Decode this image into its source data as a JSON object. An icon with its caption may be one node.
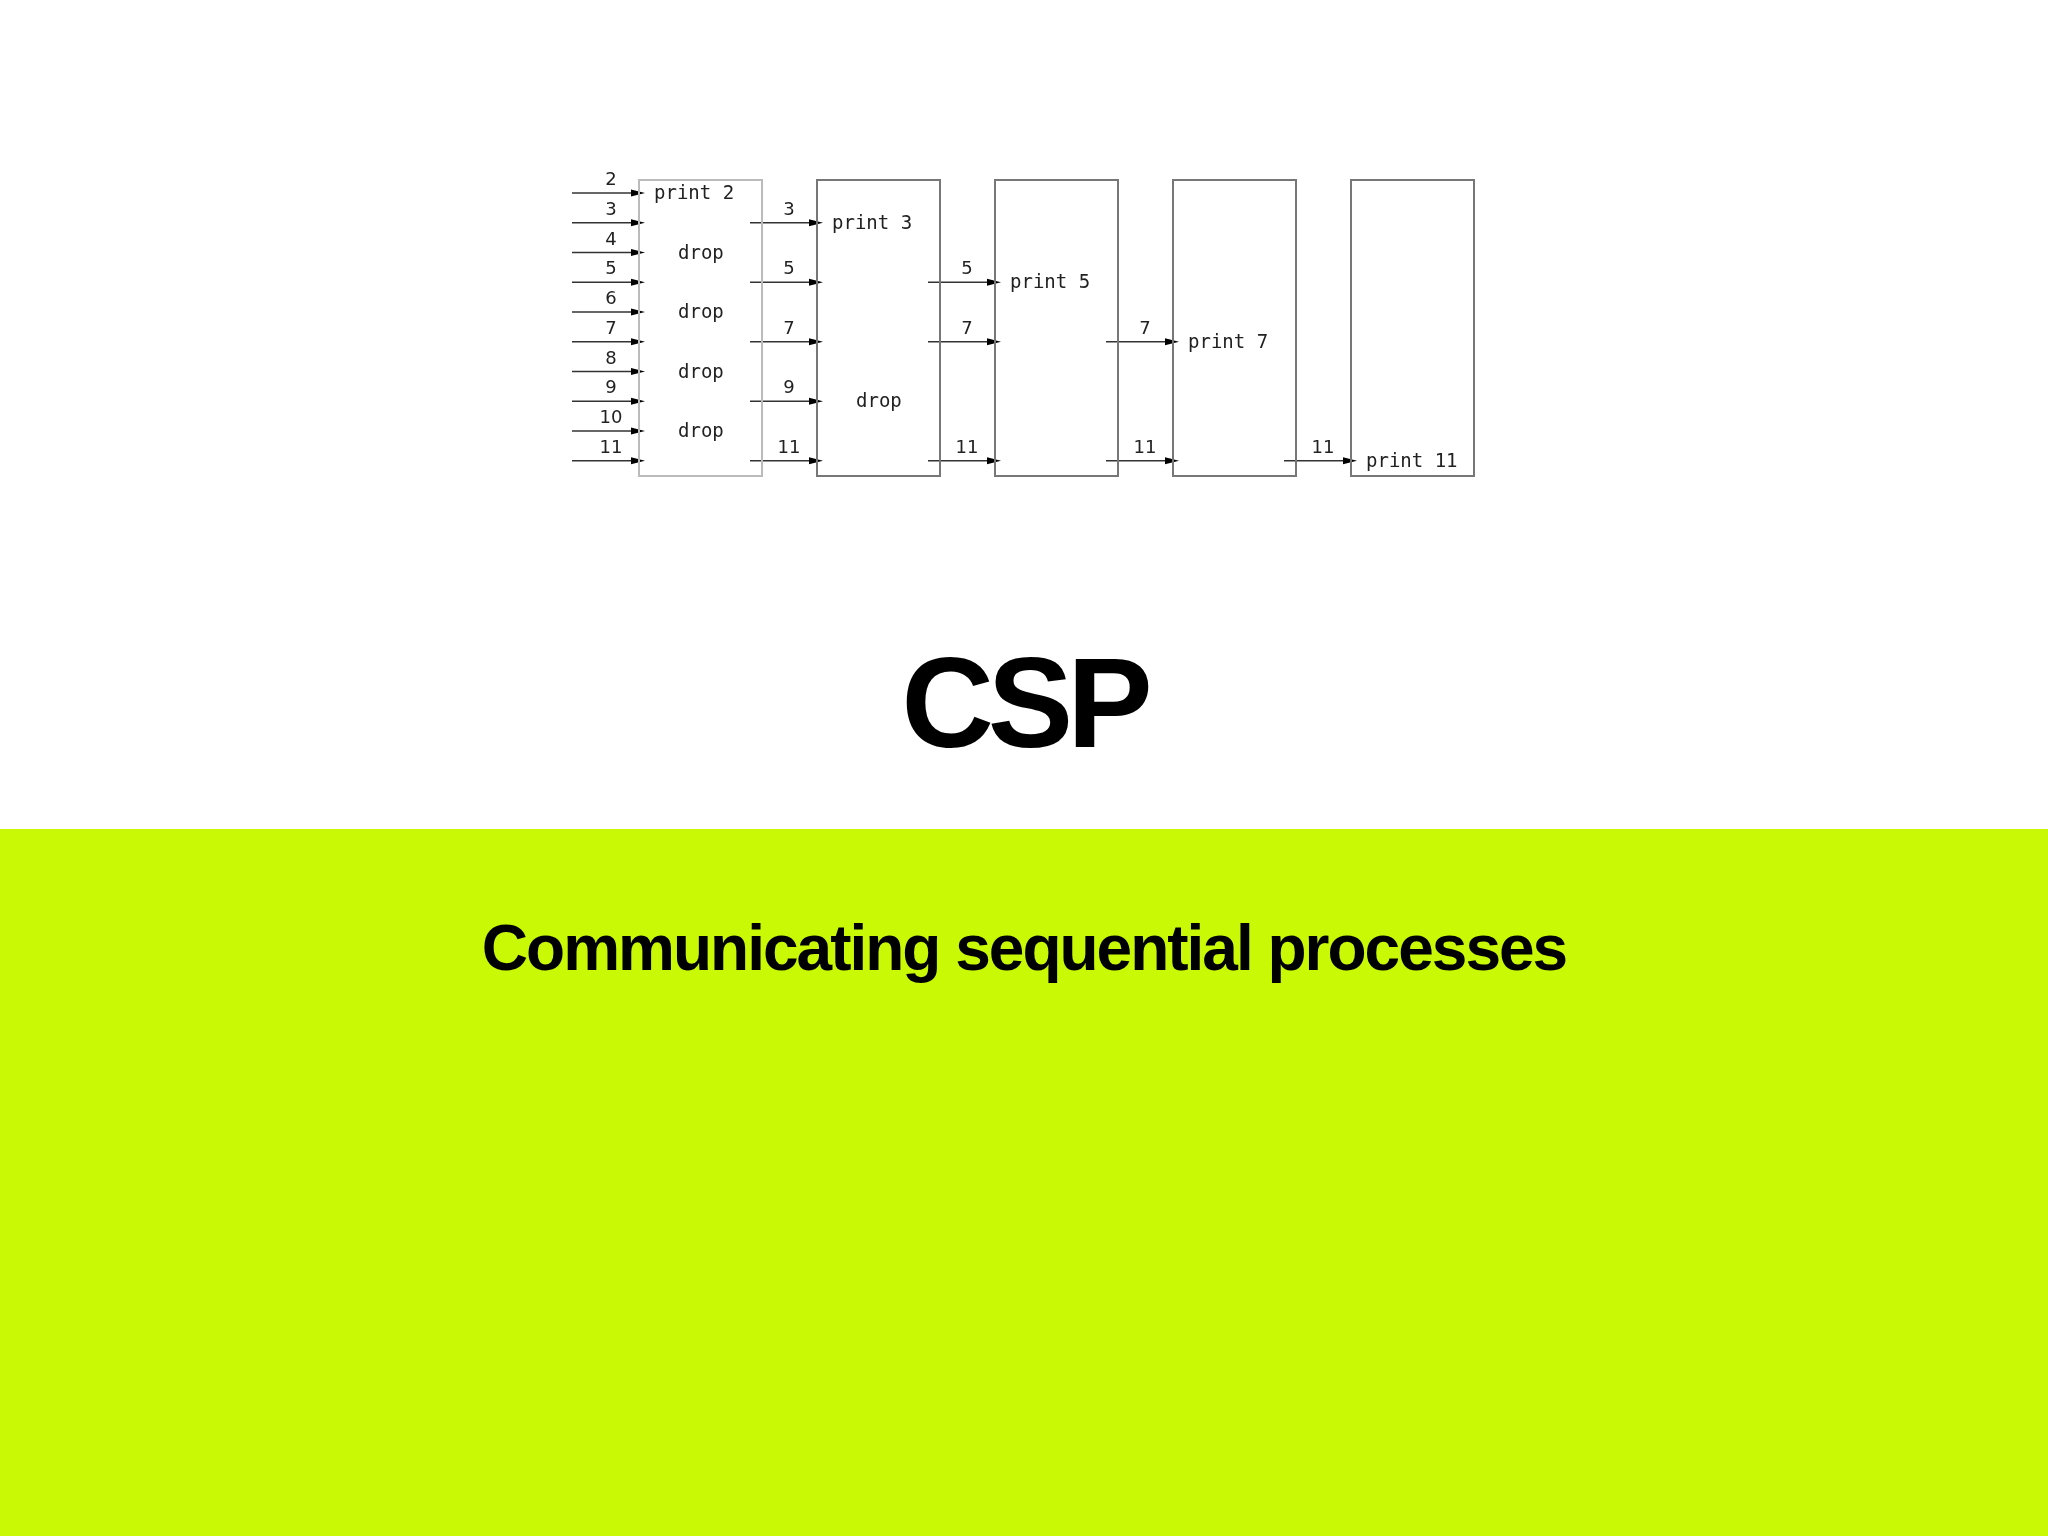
{
  "diagram": {
    "title": "CSP",
    "caption": "Communicating sequential processes",
    "nodes": [
      {
        "text": [
          "print 2",
          "drop",
          "drop",
          "drop",
          "drop"
        ]
      },
      {
        "text": [
          "print 3",
          "drop"
        ]
      },
      {
        "text": [
          "print 5"
        ]
      },
      {
        "text": [
          "print 7"
        ]
      },
      {
        "text": [
          "print 11"
        ]
      }
    ],
    "edges": [
      {
        "from": null,
        "to": 0,
        "arrow": "to",
        "label": "2"
      },
      {
        "from": null,
        "to": 0,
        "arrow": "to",
        "label": "3"
      },
      {
        "from": null,
        "to": 0,
        "arrow": "to",
        "label": "4"
      },
      {
        "from": null,
        "to": 0,
        "arrow": "to",
        "label": "5"
      },
      {
        "from": null,
        "to": 0,
        "arrow": "to",
        "label": "6"
      },
      {
        "from": null,
        "to": 0,
        "arrow": "to",
        "label": "7"
      },
      {
        "from": null,
        "to": 0,
        "arrow": "to",
        "label": "8"
      },
      {
        "from": null,
        "to": 0,
        "arrow": "to",
        "label": "9"
      },
      {
        "from": null,
        "to": 0,
        "arrow": "to",
        "label": "10"
      },
      {
        "from": null,
        "to": 0,
        "arrow": "to",
        "label": "11"
      },
      {
        "from": 0,
        "to": 1,
        "arrow": "to",
        "label": "3"
      },
      {
        "from": 0,
        "to": 1,
        "arrow": "to",
        "label": "5"
      },
      {
        "from": 0,
        "to": 1,
        "arrow": "to",
        "label": "7"
      },
      {
        "from": 0,
        "to": 1,
        "arrow": "to",
        "label": "9"
      },
      {
        "from": 0,
        "to": 1,
        "arrow": "to",
        "label": "11"
      },
      {
        "from": 1,
        "to": 2,
        "arrow": "to",
        "label": "5"
      },
      {
        "from": 1,
        "to": 2,
        "arrow": "to",
        "label": "7"
      },
      {
        "from": 1,
        "to": 2,
        "arrow": "to",
        "label": "11"
      },
      {
        "from": 2,
        "to": 3,
        "arrow": "to",
        "label": "7"
      },
      {
        "from": 2,
        "to": 3,
        "arrow": "to",
        "label": "11"
      },
      {
        "from": 3,
        "to": 4,
        "arrow": "to",
        "label": "11"
      }
    ]
  }
}
